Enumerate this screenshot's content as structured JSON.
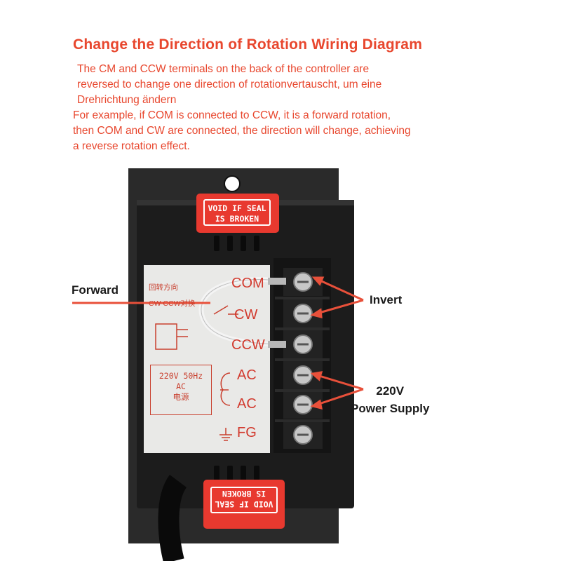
{
  "header": {
    "title": "Change the Direction of Rotation Wiring Diagram",
    "paragraph1": [
      "The CM and CCW terminals on the back of the controller are",
      "reversed to change one direction of rotationvertauscht, um eine",
      "Drehrichtung ändern"
    ],
    "paragraph2": [
      "For example, if COM is connected to CCW, it is a forward rotation,",
      "then COM and CW are connected, the direction will change, achieving",
      "a reverse rotation effect."
    ]
  },
  "callouts": {
    "forward": "Forward",
    "invert": "Invert",
    "power_line1": "220V",
    "power_line2": "Power Supply"
  },
  "terminals": {
    "com": "COM",
    "cw": "CW",
    "ccw": "CCW",
    "ac1": "AC",
    "ac2": "AC",
    "fg": "FG"
  },
  "seals": {
    "top_line1": "VOID IF SEAL",
    "top_line2": "IS BROKEN",
    "bottom_line1": "VOID IF SEAL",
    "bottom_line2": "IS BROKEN"
  },
  "panel": {
    "rotation_label": "回转方向",
    "cw_ccw_label": "CW CCW对换",
    "spec_voltage": "220V 50Hz",
    "spec_ac": "AC",
    "spec_source": "电源"
  },
  "colors": {
    "accent": "#e8472e",
    "device_body": "#1e1e1e",
    "panel": "#e9e9e7",
    "seal": "#e8392f",
    "arrow": "#e8503a"
  }
}
